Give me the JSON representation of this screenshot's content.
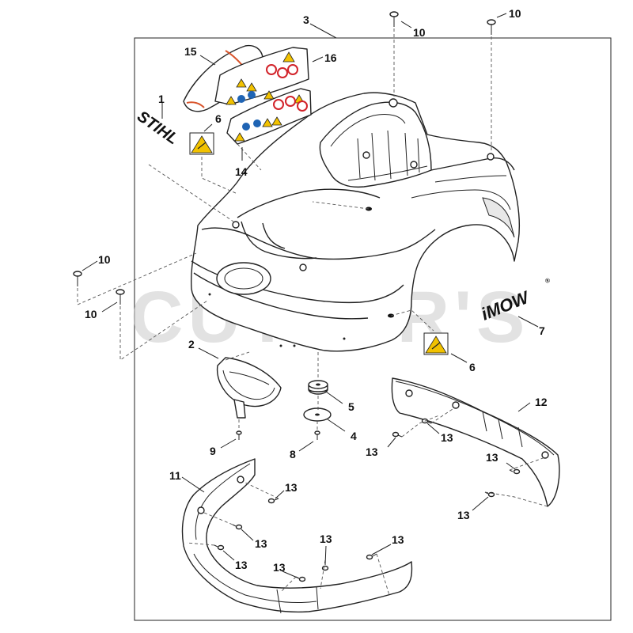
{
  "watermark": "CUTLER'S",
  "brand_stihl": "STIHL",
  "brand_imow": "iMOW",
  "brand_imow_mark": "®",
  "callouts": {
    "c1": "1",
    "c2": "2",
    "c3": "3",
    "c4": "4",
    "c5": "5",
    "c6a": "6",
    "c6b": "6",
    "c7": "7",
    "c8": "8",
    "c9": "9",
    "c10a": "10",
    "c10b": "10",
    "c10c": "10",
    "c10d": "10",
    "c11": "11",
    "c12": "12",
    "c13a": "13",
    "c13b": "13",
    "c13c": "13",
    "c13d": "13",
    "c13e": "13",
    "c13f": "13",
    "c13g": "13",
    "c13h": "13",
    "c13i": "13",
    "c13j": "13",
    "c14": "14",
    "c15": "15",
    "c16": "16"
  },
  "colors": {
    "warning_yellow": "#f2c200",
    "prohibit_red": "#d2232a",
    "mandatory_blue": "#1f64b4",
    "accent_orange": "#d9542b"
  }
}
